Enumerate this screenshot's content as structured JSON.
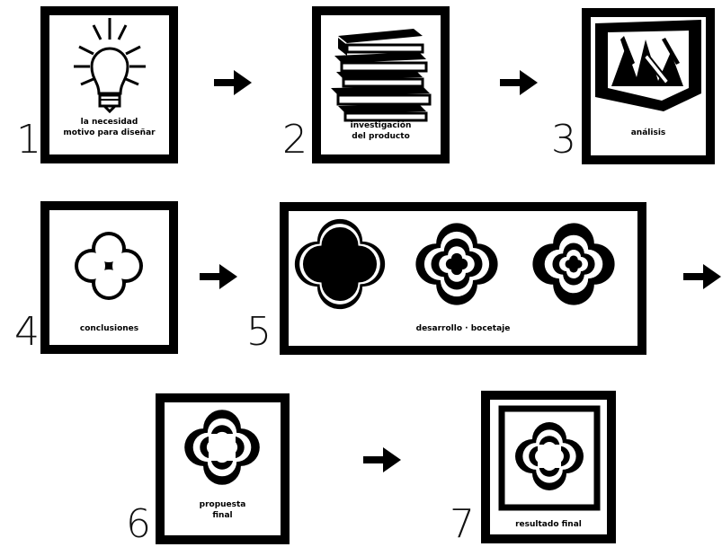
{
  "steps": [
    {
      "number": "1",
      "caption_line1": "la necesidad",
      "caption_line2": "motivo para diseñar",
      "icon": "lightbulb-icon"
    },
    {
      "number": "2",
      "caption_line1": "investigación",
      "caption_line2": "del producto",
      "icon": "books-icon"
    },
    {
      "number": "3",
      "caption_line1": "análisis",
      "icon": "analysis-icon"
    },
    {
      "number": "4",
      "caption_line1": "conclusiones",
      "icon": "four-circles-icon"
    },
    {
      "number": "5",
      "caption_line1": "desarrollo · bocetaje",
      "icon": "sketch-shapes-icon"
    },
    {
      "number": "6",
      "caption_line1": "propuesta",
      "caption_line2": "final",
      "icon": "proposal-shape-icon"
    },
    {
      "number": "7",
      "caption_line1": "resultado final",
      "icon": "final-shape-icon"
    }
  ],
  "colors": {
    "ink": "#000000",
    "paper": "#ffffff"
  }
}
